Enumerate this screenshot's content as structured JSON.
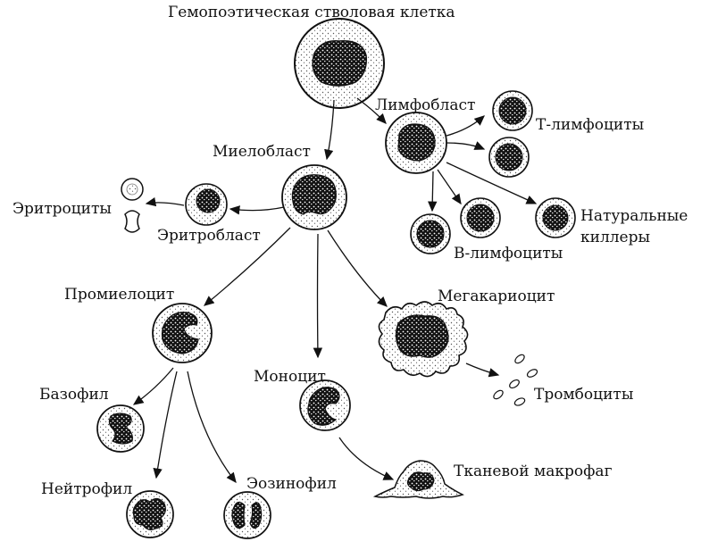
{
  "colors": {
    "ink": "#111111",
    "cytoplasm_dots": "#555555",
    "background": "#ffffff"
  },
  "labels": {
    "stem_cell": "Гемопоэтическая стволовая клетка",
    "lymphoblast": "Лимфобласт",
    "t_lymphocytes": "Т-лимфоциты",
    "myeloblast": "Миелобласт",
    "erythrocytes": "Эритроциты",
    "erythroblast": "Эритробласт",
    "natural_killers_line1": "Натуральные",
    "natural_killers_line2": "киллеры",
    "b_lymphocytes": "В-лимфоциты",
    "promyelocyte": "Промиелоцит",
    "megakaryocyte": "Мегакариоцит",
    "monocyte": "Моноцит",
    "basophil": "Базофил",
    "platelets": "Тромбоциты",
    "neutrophil": "Нейтрофил",
    "eosinophil": "Эозинофил",
    "tissue_macrophage": "Тканевой макрофаг"
  }
}
